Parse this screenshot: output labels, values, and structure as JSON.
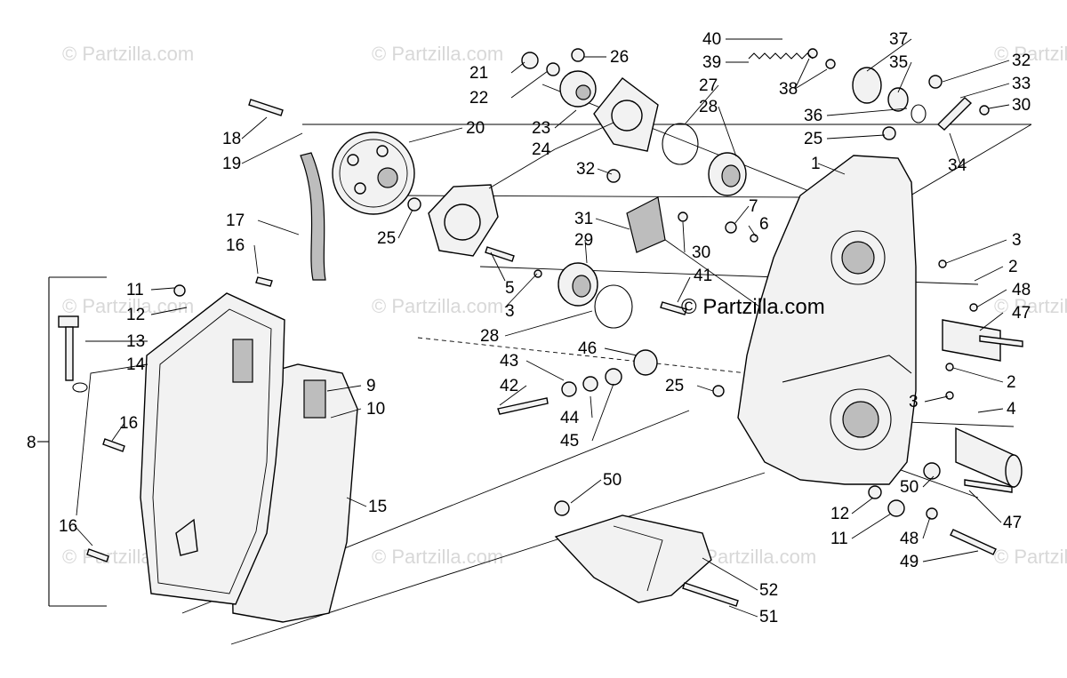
{
  "watermark": {
    "text": "© Partzilla.com",
    "brand": "© Partzilla.com"
  },
  "callouts": [
    {
      "id": "c40",
      "label": "40"
    },
    {
      "id": "c37",
      "label": "37"
    },
    {
      "id": "c39",
      "label": "39"
    },
    {
      "id": "c35",
      "label": "35"
    },
    {
      "id": "c38",
      "label": "38"
    },
    {
      "id": "c26",
      "label": "26"
    },
    {
      "id": "c21",
      "label": "21"
    },
    {
      "id": "c22",
      "label": "22"
    },
    {
      "id": "c27",
      "label": "27"
    },
    {
      "id": "c28a",
      "label": "28"
    },
    {
      "id": "c32a",
      "label": "32"
    },
    {
      "id": "c33",
      "label": "33"
    },
    {
      "id": "c30a",
      "label": "30"
    },
    {
      "id": "c36",
      "label": "36"
    },
    {
      "id": "c25a",
      "label": "25"
    },
    {
      "id": "c34",
      "label": "34"
    },
    {
      "id": "c18",
      "label": "18"
    },
    {
      "id": "c20",
      "label": "20"
    },
    {
      "id": "c23",
      "label": "23"
    },
    {
      "id": "c24",
      "label": "24"
    },
    {
      "id": "c19",
      "label": "19"
    },
    {
      "id": "c1",
      "label": "1"
    },
    {
      "id": "c32b",
      "label": "32"
    },
    {
      "id": "c7",
      "label": "7"
    },
    {
      "id": "c6",
      "label": "6"
    },
    {
      "id": "c17",
      "label": "17"
    },
    {
      "id": "c31",
      "label": "31"
    },
    {
      "id": "c25b",
      "label": "25"
    },
    {
      "id": "c29",
      "label": "29"
    },
    {
      "id": "c30b",
      "label": "30"
    },
    {
      "id": "c3a",
      "label": "3"
    },
    {
      "id": "c16a",
      "label": "16"
    },
    {
      "id": "c2a",
      "label": "2"
    },
    {
      "id": "c5",
      "label": "5"
    },
    {
      "id": "c41",
      "label": "41"
    },
    {
      "id": "c48a",
      "label": "48"
    },
    {
      "id": "c11a",
      "label": "11"
    },
    {
      "id": "c3b",
      "label": "3"
    },
    {
      "id": "c12a",
      "label": "12"
    },
    {
      "id": "c47a",
      "label": "47"
    },
    {
      "id": "c28b",
      "label": "28"
    },
    {
      "id": "c13",
      "label": "13"
    },
    {
      "id": "c46",
      "label": "46"
    },
    {
      "id": "c43",
      "label": "43"
    },
    {
      "id": "c14",
      "label": "14"
    },
    {
      "id": "c25c",
      "label": "25"
    },
    {
      "id": "c2b",
      "label": "2"
    },
    {
      "id": "c42",
      "label": "42"
    },
    {
      "id": "c9",
      "label": "9"
    },
    {
      "id": "c3c",
      "label": "3"
    },
    {
      "id": "c10",
      "label": "10"
    },
    {
      "id": "c4",
      "label": "4"
    },
    {
      "id": "c44",
      "label": "44"
    },
    {
      "id": "c16b",
      "label": "16"
    },
    {
      "id": "c45",
      "label": "45"
    },
    {
      "id": "c8",
      "label": "8"
    },
    {
      "id": "c50a",
      "label": "50"
    },
    {
      "id": "c50b",
      "label": "50"
    },
    {
      "id": "c15",
      "label": "15"
    },
    {
      "id": "c12b",
      "label": "12"
    },
    {
      "id": "c47b",
      "label": "47"
    },
    {
      "id": "c16c",
      "label": "16"
    },
    {
      "id": "c11b",
      "label": "11"
    },
    {
      "id": "c48b",
      "label": "48"
    },
    {
      "id": "c49",
      "label": "49"
    },
    {
      "id": "c52",
      "label": "52"
    },
    {
      "id": "c51",
      "label": "51"
    }
  ]
}
